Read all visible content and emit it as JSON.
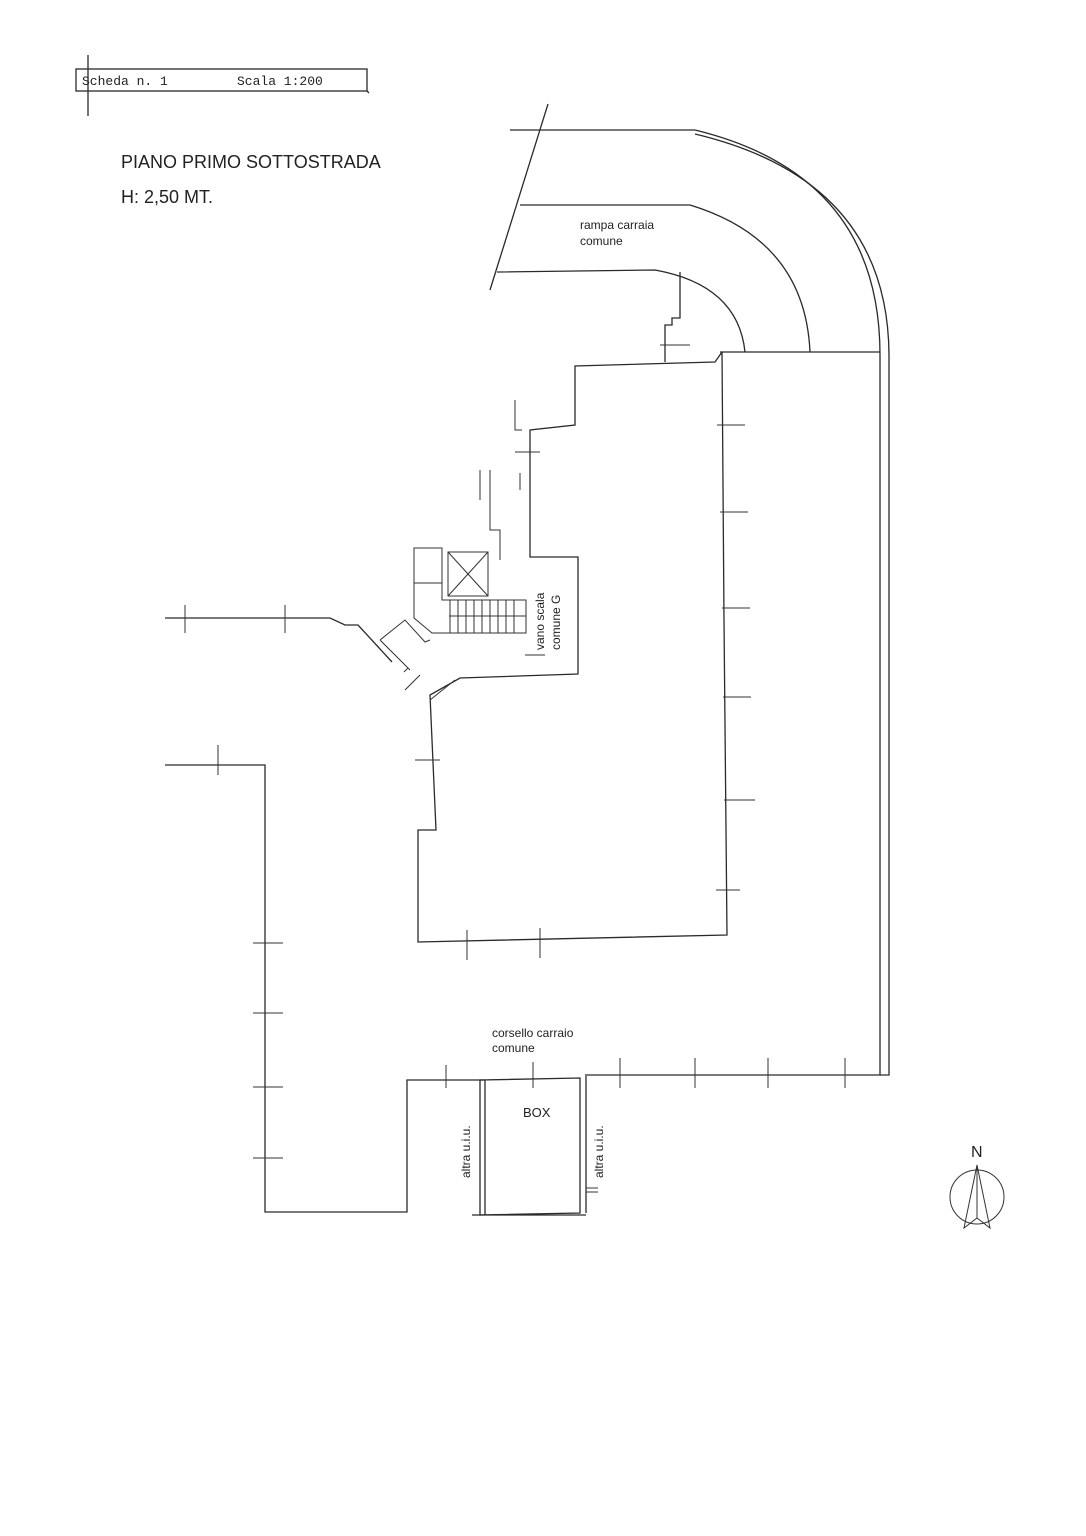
{
  "header": {
    "sheet": "Scheda n. 1",
    "scale": "Scala 1:200"
  },
  "title": {
    "floor": "PIANO PRIMO SOTTOSTRADA",
    "height": "H: 2,50 MT."
  },
  "labels": {
    "ramp_line1": "rampa carraia",
    "ramp_line2": "comune",
    "stair_line1": "vano scala",
    "stair_line2": "comune G",
    "corridor_line1": "corsello carraio",
    "corridor_line2": "comune",
    "box": "BOX",
    "other_unit_left": "altra u.i.u.",
    "other_unit_right": "altra u.i.u."
  },
  "compass": {
    "north": "N"
  }
}
